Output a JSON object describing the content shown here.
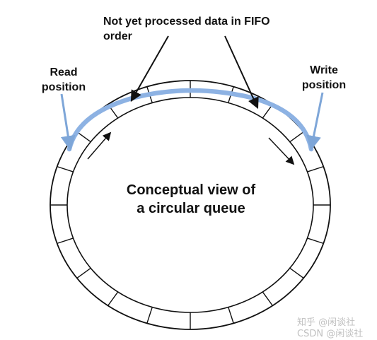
{
  "diagram": {
    "annotation_top": "Not yet processed data in FIFO\norder",
    "read_label": "Read\nposition",
    "write_label": "Write\nposition",
    "center_line1": "Conceptual view of",
    "center_line2": "a circular queue"
  },
  "watermark": {
    "text": "知乎 @闲谈社\nCSDN @闲谈社"
  },
  "colors": {
    "outline": "#111111",
    "highlight": "#8db2e3",
    "label_arrow": "#7ea6d8"
  }
}
